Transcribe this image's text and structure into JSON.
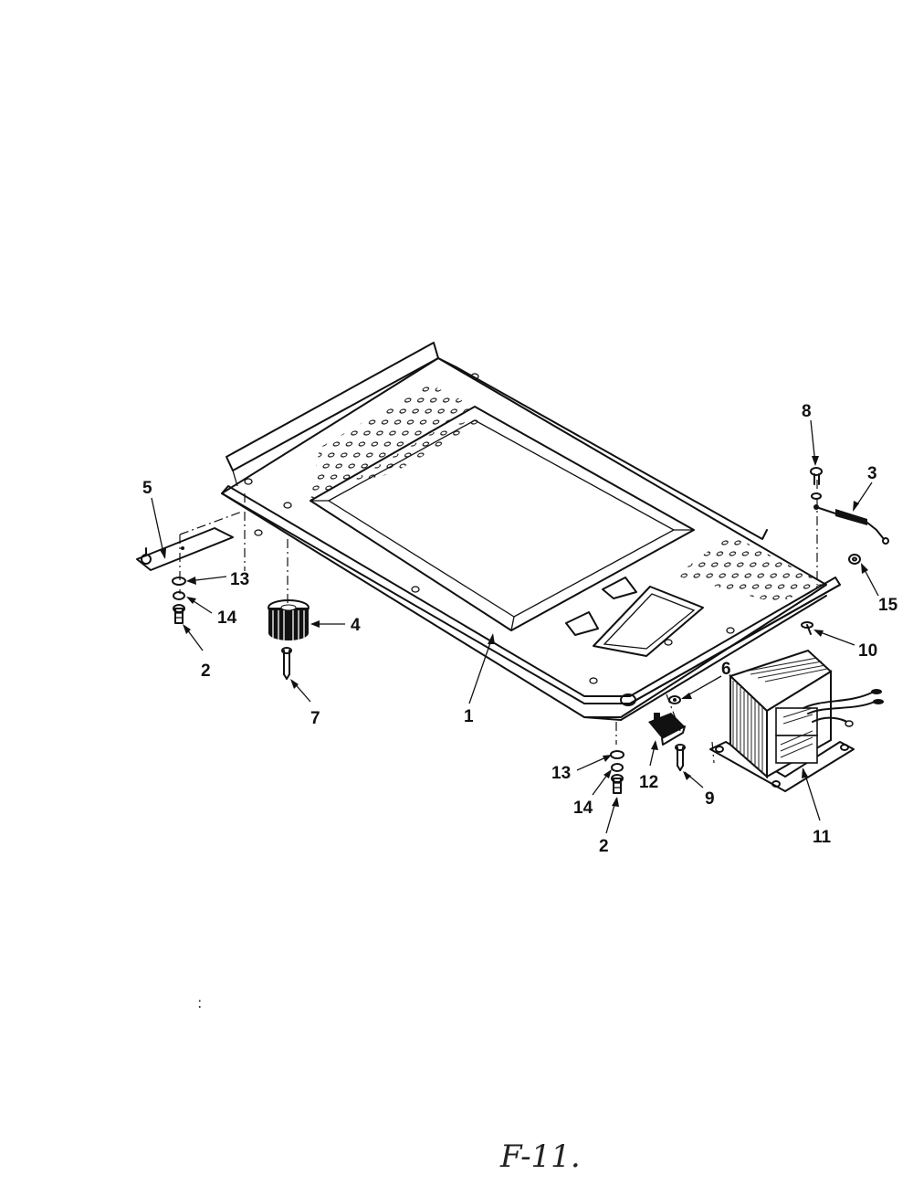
{
  "callouts": {
    "c1": "1",
    "c2a": "2",
    "c2b": "2",
    "c3": "3",
    "c4": "4",
    "c5": "5",
    "c6": "6",
    "c7": "7",
    "c8": "8",
    "c9": "9",
    "c10": "10",
    "c11": "11",
    "c12": "12",
    "c13a": "13",
    "c13b": "13",
    "c14a": "14",
    "c14b": "14",
    "c15": "15"
  },
  "handwriting": "F-11.",
  "speck": ":"
}
